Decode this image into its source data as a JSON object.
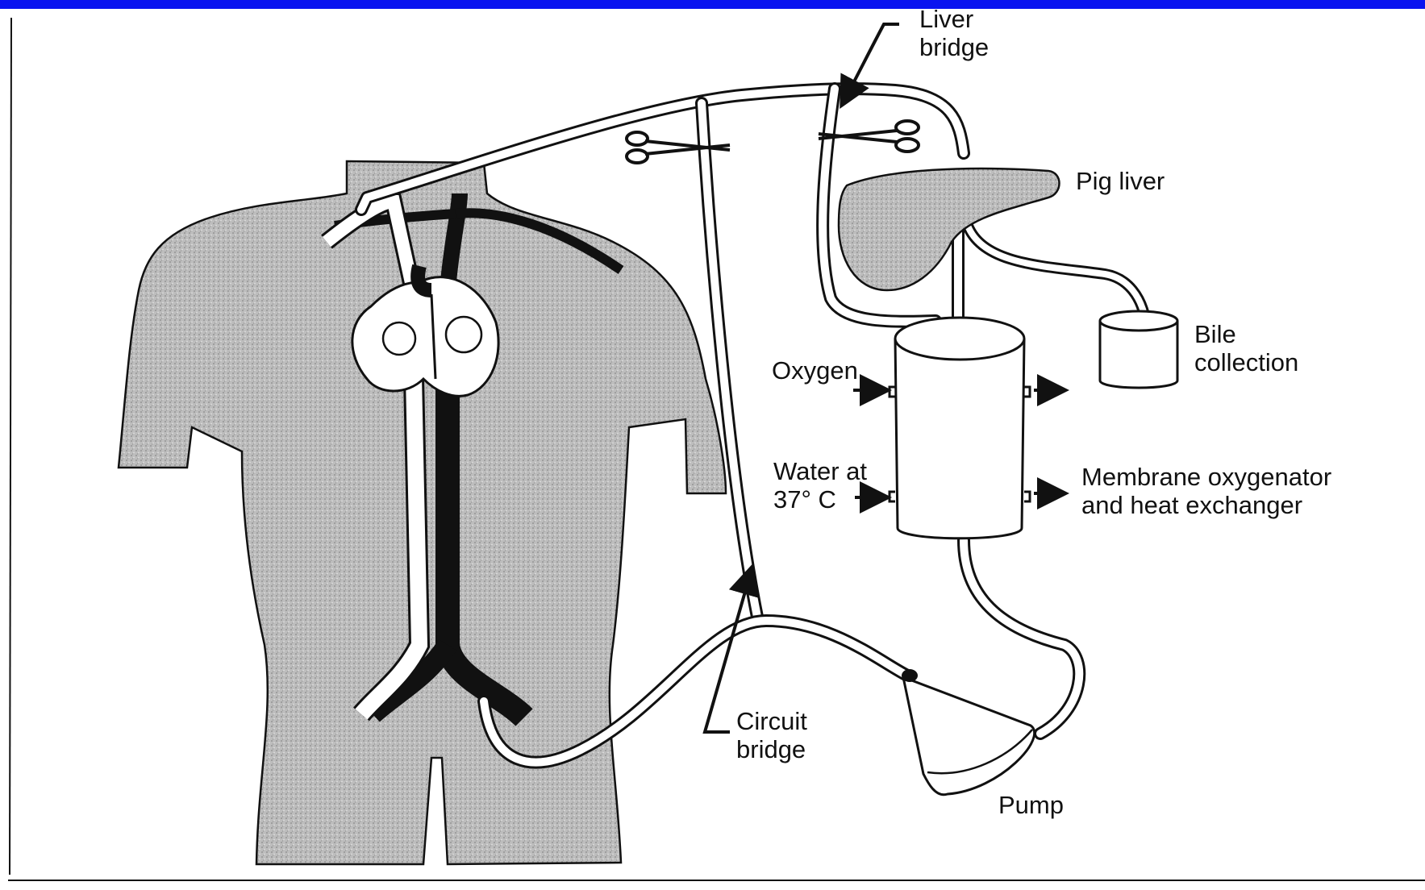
{
  "colors": {
    "top_bar": "#0a14f0",
    "body_fill": "#b5b5b5",
    "liver_fill": "#c4c4c4",
    "ink": "#111111",
    "paper": "#ffffff"
  },
  "labels": {
    "liver_bridge": "Liver\nbridge",
    "pig_liver": "Pig liver",
    "bile_collection": "Bile\ncollection",
    "oxygen": "Oxygen",
    "water": "Water at\n37° C",
    "membrane": "Membrane oxygenator\nand heat exchanger",
    "circuit_bridge": "Circuit\nbridge",
    "pump": "Pump"
  },
  "icons": [
    "clamp-icon",
    "clamp-icon",
    "arrow-icon"
  ]
}
